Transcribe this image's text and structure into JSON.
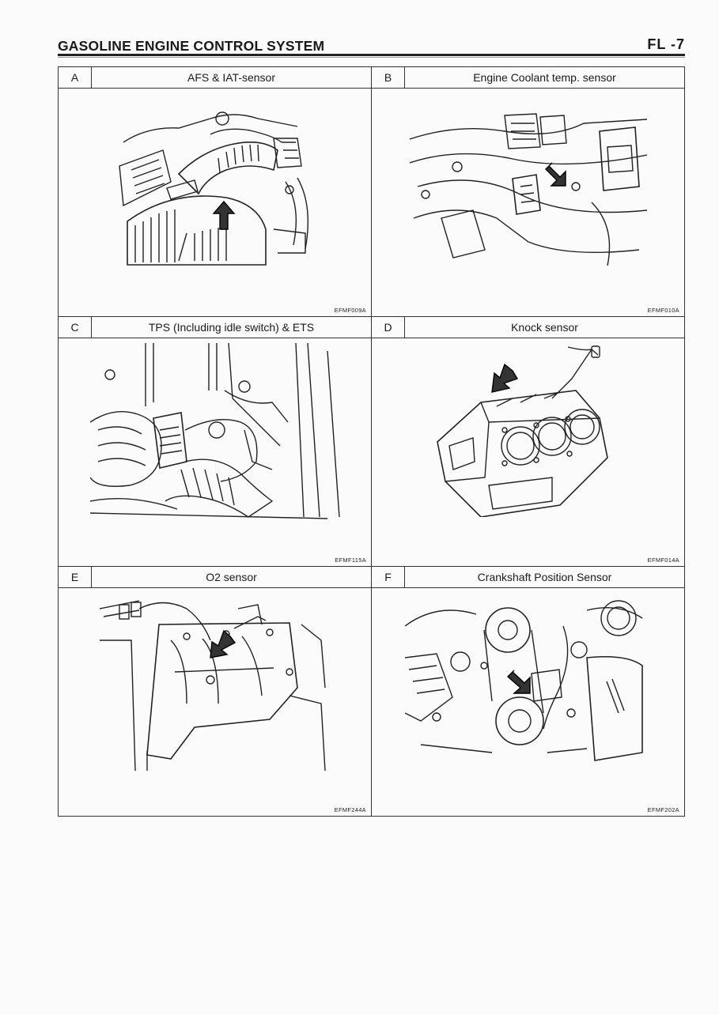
{
  "header": {
    "title": "GASOLINE ENGINE CONTROL SYSTEM",
    "page": "FL -7"
  },
  "panels": [
    {
      "letter": "A",
      "title": "AFS & IAT-sensor",
      "code": "EFMF009A",
      "figure_icon": "air-intake-hose-drawing"
    },
    {
      "letter": "B",
      "title": "Engine Coolant temp. sensor",
      "code": "EFMF010A",
      "figure_icon": "coolant-sensor-drawing"
    },
    {
      "letter": "C",
      "title": "TPS (Including idle switch) & ETS",
      "code": "EFMF115A",
      "figure_icon": "throttle-body-drawing"
    },
    {
      "letter": "D",
      "title": "Knock sensor",
      "code": "EFMF014A",
      "figure_icon": "engine-block-drawing"
    },
    {
      "letter": "E",
      "title": "O2 sensor",
      "code": "EFMF244A",
      "figure_icon": "exhaust-manifold-drawing"
    },
    {
      "letter": "F",
      "title": "Crankshaft Position Sensor",
      "code": "EFMF202A",
      "figure_icon": "timing-belt-drawing"
    }
  ]
}
